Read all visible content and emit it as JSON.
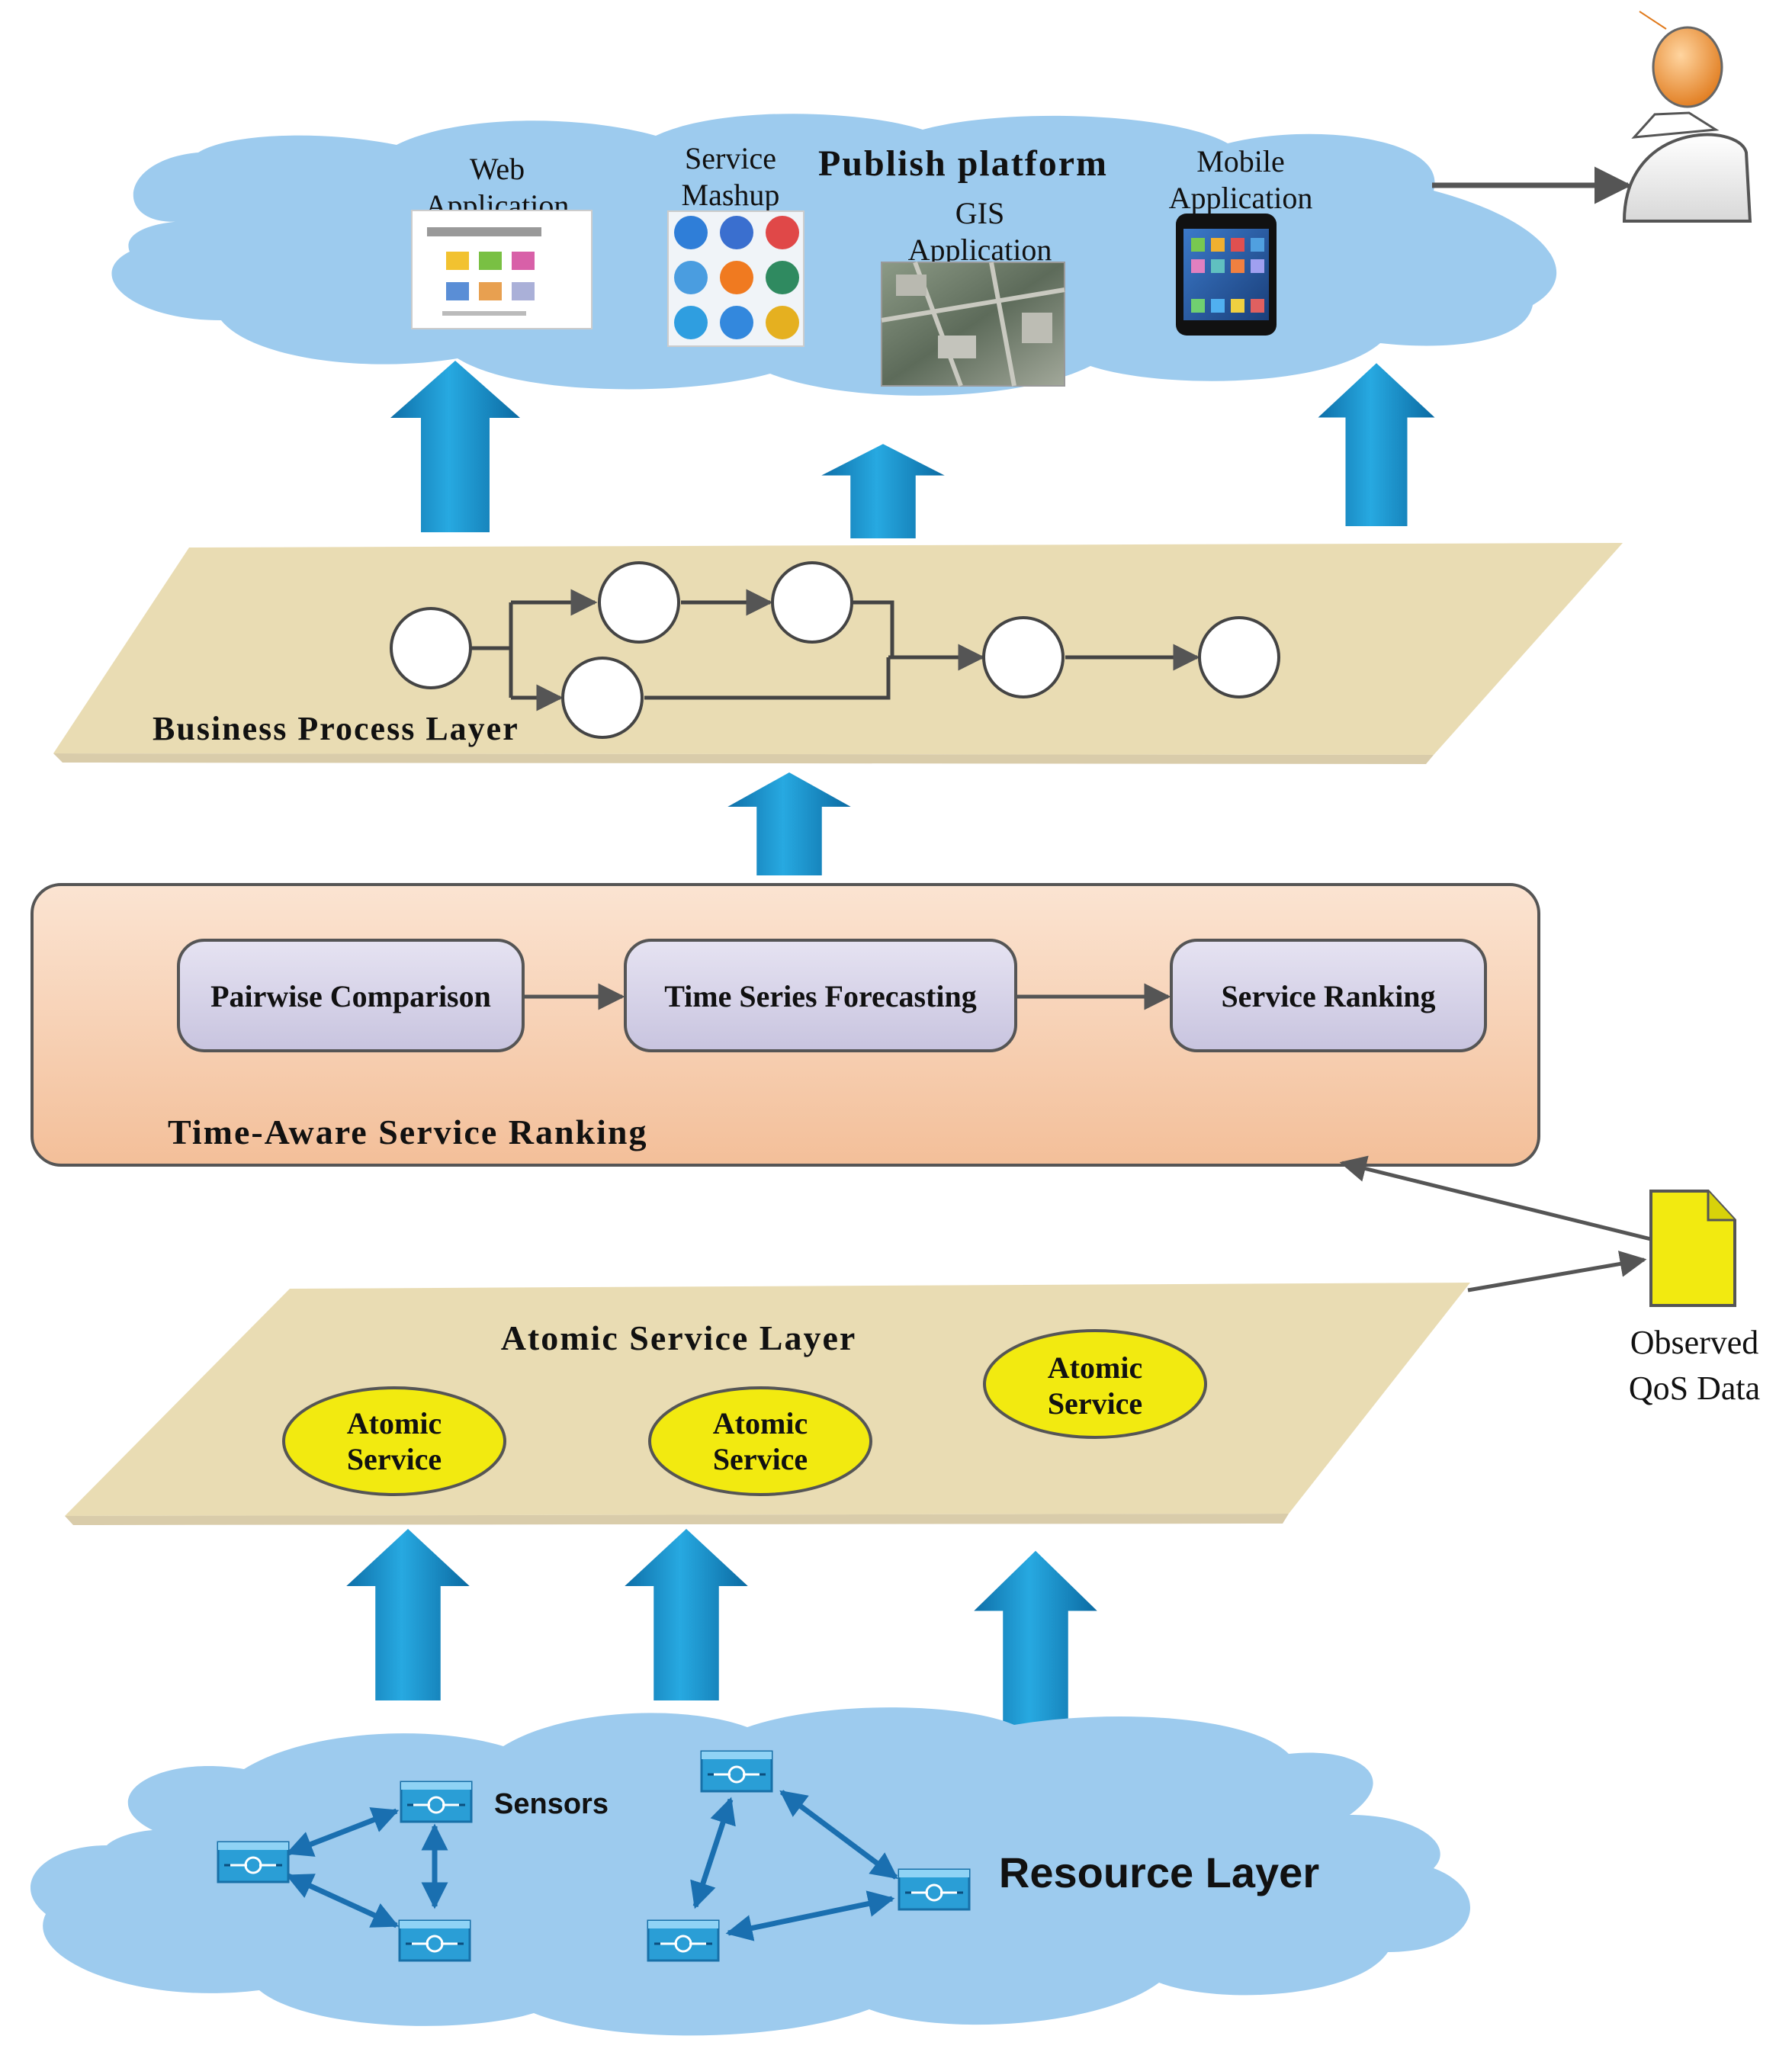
{
  "publish_platform": {
    "title": "Publish platform",
    "apps": [
      {
        "line1": "Web",
        "line2": "Application"
      },
      {
        "line1": "Service",
        "line2": "Mashup"
      },
      {
        "line1": "GIS",
        "line2": "Application"
      },
      {
        "line1": "Mobile",
        "line2": "Application"
      }
    ]
  },
  "business_process_layer": {
    "title": "Business Process Layer"
  },
  "time_aware_ranking": {
    "title": "Time-Aware Service Ranking",
    "steps": [
      "Pairwise Comparison",
      "Time Series Forecasting",
      "Service Ranking"
    ]
  },
  "atomic_service_layer": {
    "title": "Atomic Service Layer",
    "services": [
      {
        "line1": "Atomic",
        "line2": "Service"
      },
      {
        "line1": "Atomic",
        "line2": "Service"
      },
      {
        "line1": "Atomic",
        "line2": "Service"
      }
    ]
  },
  "qos_document": {
    "line1": "Observed",
    "line2": "QoS Data"
  },
  "resource_layer": {
    "title": "Resource Layer",
    "sensors_label": "Sensors"
  },
  "colors": {
    "cloud": "#9dcbee",
    "plane": "#e9dcb3",
    "ranking_bg": "#f6c9a6",
    "step_box": "#d5d2e8",
    "atomic": "#f2ea10",
    "arrow": "#1b95cf",
    "document": "#f2ea10"
  },
  "icons": [
    "user-icon",
    "sensor-icon",
    "document-icon",
    "web-app-thumbnail",
    "browser-icons-thumbnail",
    "satellite-map-thumbnail",
    "smartphone-icon"
  ]
}
